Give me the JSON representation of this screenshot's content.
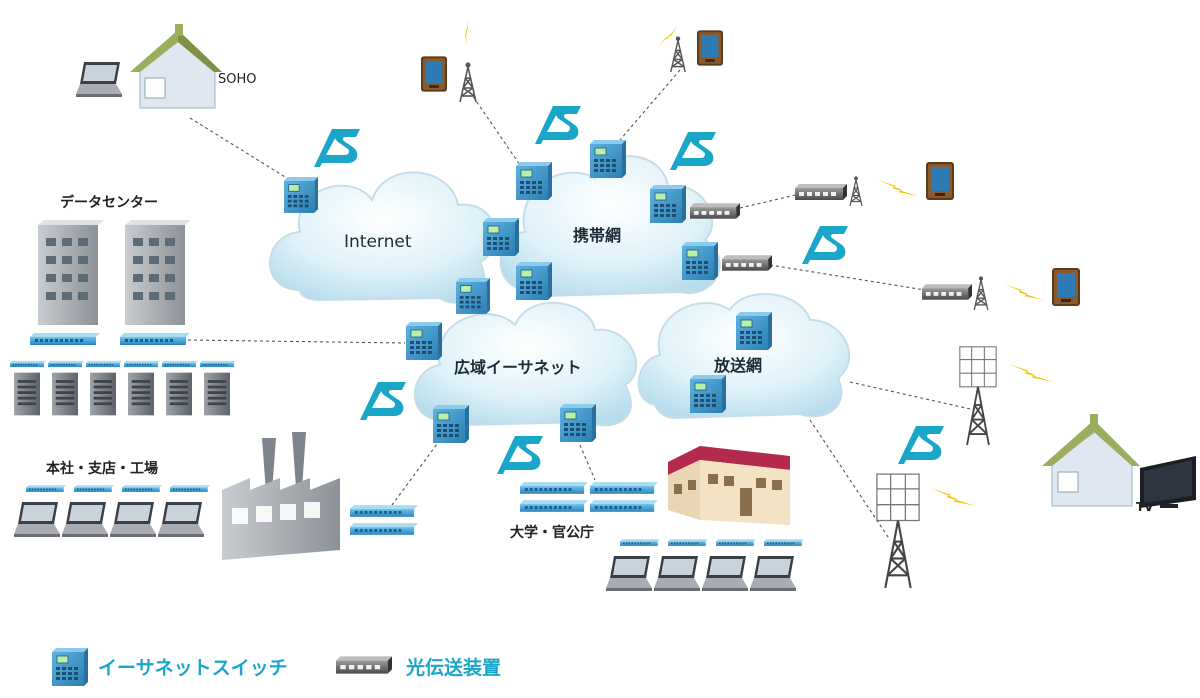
{
  "clouds": {
    "internet": "Internet",
    "mobile": "携帯網",
    "ethernet": "広域イーサネット",
    "broadcast": "放送網"
  },
  "sites": {
    "soho": "SOHO",
    "datacenter": "データセンター",
    "office": "本社・支店・工場",
    "university": "大学・官公庁",
    "tv": "TV"
  },
  "legend": {
    "ethernet_switch": "イーサネットスイッチ",
    "optical_transport": "光伝送装置"
  },
  "colors": {
    "brand": "#1aa6c9",
    "cloud": "#d6eef7",
    "switch": "#3a93c9",
    "lightning": "#f2c400"
  },
  "icons": {
    "logo": "as-logo-icon",
    "switch": "ethernet-switch-icon",
    "optical": "optical-transport-icon",
    "tower": "radio-tower-icon",
    "phone": "mobile-phone-icon",
    "laptop": "laptop-icon",
    "house": "house-icon",
    "factory": "factory-icon",
    "building": "building-icon",
    "server": "server-icon",
    "tv": "television-icon"
  }
}
